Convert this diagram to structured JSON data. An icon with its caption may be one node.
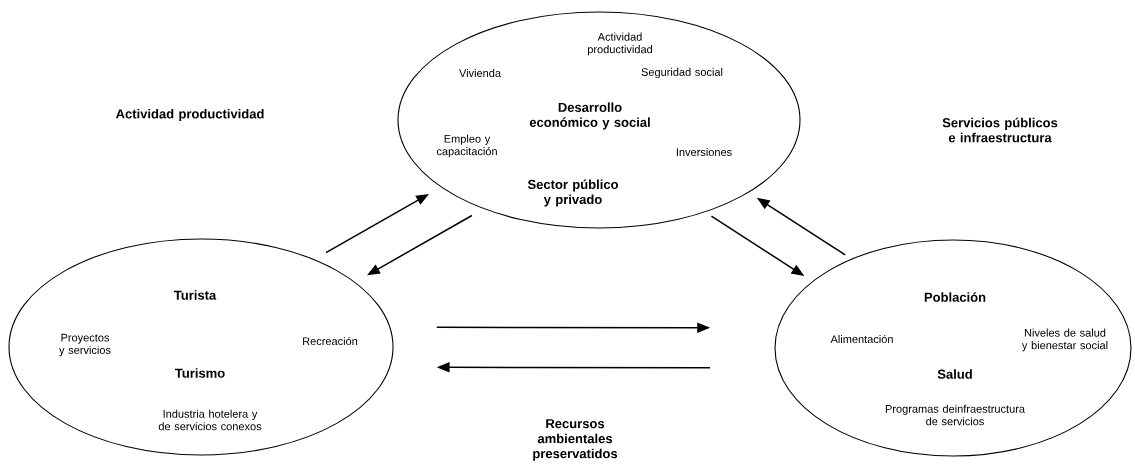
{
  "diagram": {
    "nodes": [
      {
        "text": [
          "Actividad productividad",
          "Vivienda",
          "Seguridad social",
          "Desarrollo económico y social",
          "Empleo y capacitación",
          "Inversiones",
          "Sector público y privado"
        ]
      },
      {
        "text": [
          "Turista",
          "Proyectos y servicios",
          "Recreación",
          "Turismo",
          "Industria hotelera y de servicios conexos"
        ]
      },
      {
        "text": [
          "Población",
          "Alimentación",
          "Niveles de salud y bienestar social",
          "Salud",
          "Programas deinfraestructura de servicios"
        ]
      }
    ],
    "edges": [
      {
        "from": 1,
        "to": 0,
        "arrow": "to"
      },
      {
        "from": 0,
        "to": 1,
        "arrow": "to"
      },
      {
        "from": 0,
        "to": 2,
        "arrow": "to"
      },
      {
        "from": 2,
        "to": 0,
        "arrow": "to"
      },
      {
        "from": 1,
        "to": 2,
        "arrow": "to"
      },
      {
        "from": 2,
        "to": 1,
        "arrow": "to"
      }
    ],
    "labels": [
      "Actividad productividad",
      "Servicios públicos e infraestructura",
      "Recursos ambientales preservatidos"
    ]
  }
}
